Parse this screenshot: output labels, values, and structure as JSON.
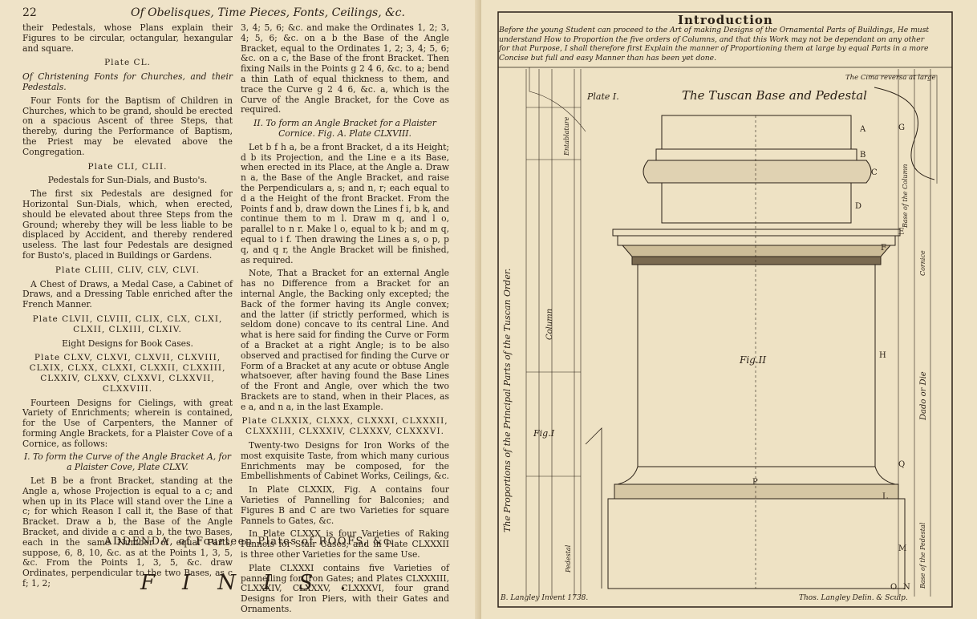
{
  "left_page": {
    "page_number": "22",
    "running_head": "Of Obelisques, Time Pieces, Fonts, Ceilings, &c.",
    "col1": [
      {
        "t": "their Pedestals, whose Plans explain their Figures to be circular, octangular, hexangular and square.",
        "c": "noindent"
      },
      {
        "t": "Plate CL.",
        "c": "plate"
      },
      {
        "t": "Of Christening Fonts for Churches, and their Pedestals.",
        "c": "italic-line"
      },
      {
        "t": "Four Fonts for the Baptism of Children in Churches, which to be grand, should be erected on a spacious Ascent of three Steps, that thereby, during the Performance of Baptism, the Priest may be elevated above the Congregation.",
        "c": ""
      },
      {
        "t": "Plate CLI, CLII.",
        "c": "plate"
      },
      {
        "t": "Pedestals for Sun-Dials, and Busto's.",
        "c": "center"
      },
      {
        "t": "The first six Pedestals are designed for Horizontal Sun-Dials, which, when erected, should be elevated about three Steps from the Ground; whereby they will be less liable to be displaced by Accident, and thereby rendered useless. The last four Pedestals are designed for Busto's, placed in Buildings or Gardens.",
        "c": ""
      },
      {
        "t": "Plate CLIII, CLIV, CLV, CLVI.",
        "c": "plate"
      },
      {
        "t": "A Chest of Draws, a Medal Case, a Cabinet of Draws, and a Dressing Table enriched after the French Manner.",
        "c": ""
      },
      {
        "t": "Plate CLVII, CLVIII, CLIX, CLX, CLXI, CLXII, CLXIII, CLXIV.",
        "c": "plate"
      },
      {
        "t": "Eight Designs for Book Cases.",
        "c": "center"
      },
      {
        "t": "Plate CLXV, CLXVI, CLXVII, CLXVIII, CLXIX, CLXX, CLXXI, CLXXII, CLXXIII, CLXXIV, CLXXV, CLXXVI, CLXXVII, CLXXVIII.",
        "c": "plate"
      },
      {
        "t": "Fourteen Designs for Cielings, with great Variety of Enrichments; wherein is contained, for the Use of Carpenters, the Manner of forming Angle Brackets, for a Plaister Cove of a Cornice, as follows:",
        "c": ""
      },
      {
        "t": "I. To form the Curve of the Angle Bracket A, for a Plaister Cove, Plate CLXV.",
        "c": "sub"
      },
      {
        "t": "Let B be a front Bracket, standing at the Angle a, whose Projection is equal to a c; and when up in its Place will stand over the Line a c; for which Reason I call it, the Base of that Bracket. Draw a b, the Base of the Angle Bracket, and divide a c and a b, the two Bases, each in the same Number of equal Parts, suppose, 6, 8, 10, &c. as at the Points 1, 3, 5, &c. From the Points 1, 3, 5, &c. draw Ordinates, perpendicular to the two Bases, as c f; 1, 2;",
        "c": ""
      }
    ],
    "col2": [
      {
        "t": "3, 4; 5, 6; &c. and make the Ordinates 1, 2; 3, 4; 5, 6; &c. on a b the Base of the Angle Bracket, equal to the Ordinates 1, 2; 3, 4; 5, 6; &c. on a c, the Base of the front Bracket. Then fixing Nails in the Points g 2 4 6, &c. to a; bend a thin Lath of equal thickness to them, and trace the Curve g 2 4 6, &c. a, which is the Curve of the Angle Bracket, for the Cove as required.",
        "c": "noindent"
      },
      {
        "t": "II. To form an Angle Bracket for a Plaister Cornice. Fig. A. Plate CLXVIII.",
        "c": "sub"
      },
      {
        "t": "Let b f h a, be a front Bracket, d a its Height; d b its Projection, and the Line e a its Base, when erected in its Place, at the Angle a. Draw n a, the Base of the Angle Bracket, and raise the Perpendiculars a, s; and n, r; each equal to d a the Height of the front Bracket. From the Points f and b, draw down the Lines f i, b k, and continue them to m l. Draw m q, and l o, parallel to n r. Make l o, equal to k b; and m q, equal to i f. Then drawing the Lines a s, o p, p q, and q r, the Angle Bracket will be finished, as required.",
        "c": ""
      },
      {
        "t": "Note, That a Bracket for an external Angle has no Difference from a Bracket for an internal Angle, the Backing only excepted; the Back of the former having its Angle convex; and the latter (if strictly performed, which is seldom done) concave to its central Line. And what is here said for finding the Curve or Form of a Bracket at a right Angle; is to be also observed and practised for finding the Curve or Form of a Bracket at any acute or obtuse Angle whatsoever, after having found the Base Lines of the Front and Angle, over which the two Brackets are to stand, when in their Places, as e a, and n a, in the last Example.",
        "c": ""
      },
      {
        "t": "Plate CLXXIX, CLXXX, CLXXXI, CLXXXII, CLXXXIII, CLXXXIV, CLXXXV, CLXXXVI.",
        "c": "plate"
      },
      {
        "t": "Twenty-two Designs for Iron Works of the most exquisite Taste, from which many curious Enrichments may be composed, for the Embellishments of Cabinet Works, Ceilings, &c.",
        "c": ""
      },
      {
        "t": "In Plate CLXXIX, Fig. A contains four Varieties of Pannelling for Balconies; and Figures B and C are two Varieties for square Pannels to Gates, &c.",
        "c": ""
      },
      {
        "t": "In Plate CLXXX is four Varieties of Raking Pannels for Stair Cases; and in Plate CLXXXII is three other Varieties for the same Use.",
        "c": ""
      },
      {
        "t": "Plate CLXXXI contains five Varieties of pannelling for Iron Gates; and Plates CLXXXIII, CLXXXIV, CLXXXV, CLXXXVI, four grand Designs for Iron Piers, with their Gates and Ornaments.",
        "c": ""
      }
    ],
    "addenda": "ADDENDA, of Fourteen Plates of ROOFS, &c.",
    "finis": "FINIS."
  },
  "right_page": {
    "intro_title": "Introduction",
    "intro_text": "Before the young Student can proceed to the Art of making Designs of the Ornamental Parts of Buildings, He must understand How to Proportion the five orders of Columns, and that this Work may not be dependant on any other for that Purpose, I shall therefore first Explain the manner of Proportioning them at large by equal Parts in a more Concise but full and easy Manner than has been yet done.",
    "plate_label": "Plate I.",
    "tuscan_title": "The Tuscan Base and Pedestal",
    "cima_label": "The Cima reversa at large",
    "fig2": "Fig.II",
    "fig1": "Fig.I",
    "vertical_left": "The Proportions of the Principal Parts of the Tuscan Order.",
    "vert_column": "Column",
    "vert_entablature": "Entablature",
    "vert_pedestal": "Pedestal",
    "vert_base_column": "Base of the Column",
    "vert_cornice": "Cornice",
    "vert_dado": "Dado or Die",
    "vert_base_pedestal": "Base of the Pedestal",
    "letters": [
      "A",
      "B",
      "C",
      "D",
      "E",
      "F",
      "G",
      "H",
      "L",
      "M",
      "N",
      "O",
      "P",
      "Q"
    ],
    "credit_left": "B. Langley Invent 1738.",
    "credit_right": "Thos. Langley Delin. & Sculp."
  }
}
